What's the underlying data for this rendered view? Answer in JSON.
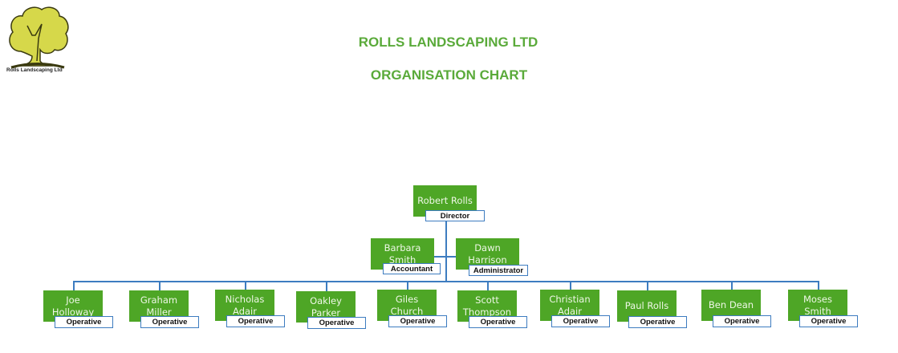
{
  "logo": {
    "icon": "tree-icon",
    "caption": "Rolls Landscaping Ltd"
  },
  "header": {
    "company": "ROLLS LANDSCAPING LTD",
    "subtitle": "ORGANISATION CHART"
  },
  "colors": {
    "title": "#5aaa3a",
    "box": "#4ea626",
    "connector": "#3d7cc0"
  },
  "director": {
    "name": "Robert Rolls",
    "role": "Director"
  },
  "managers": [
    {
      "name": "Barbara Smith",
      "role": "Accountant"
    },
    {
      "name": "Dawn Harrison",
      "role": "Administrator"
    }
  ],
  "operatives": [
    {
      "name": "Joe Holloway",
      "role": "Operative"
    },
    {
      "name": "Graham Miller",
      "role": "Operative"
    },
    {
      "name": "Nicholas Adair",
      "role": "Operative"
    },
    {
      "name": "Oakley Parker",
      "role": "Operative"
    },
    {
      "name": "Giles Church",
      "role": "Operative"
    },
    {
      "name": "Scott Thompson",
      "role": "Operative"
    },
    {
      "name": "Christian Adair",
      "role": "Operative"
    },
    {
      "name": "Paul Rolls",
      "role": "Operative"
    },
    {
      "name": "Ben Dean",
      "role": "Operative"
    },
    {
      "name": "Moses Smith",
      "role": "Operative"
    }
  ]
}
